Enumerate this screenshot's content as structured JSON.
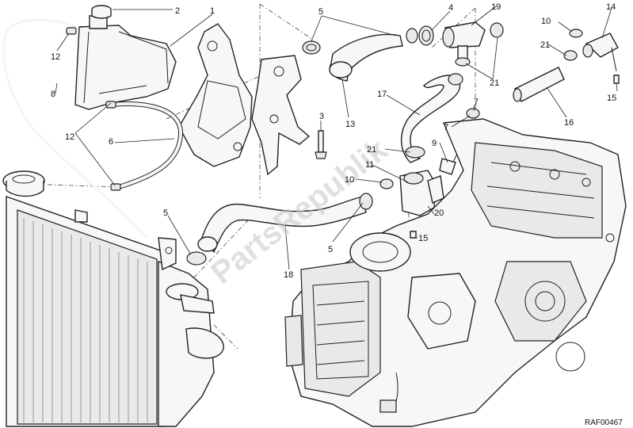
{
  "callouts": [
    {
      "id": "c1",
      "label": "1"
    },
    {
      "id": "c2",
      "label": "2"
    },
    {
      "id": "c3",
      "label": "3"
    },
    {
      "id": "c4",
      "label": "4"
    },
    {
      "id": "c5a",
      "label": "5"
    },
    {
      "id": "c5b",
      "label": "5"
    },
    {
      "id": "c5c",
      "label": "5"
    },
    {
      "id": "c6",
      "label": "6"
    },
    {
      "id": "c7a",
      "label": "7"
    },
    {
      "id": "c7b",
      "label": "7"
    },
    {
      "id": "c8",
      "label": "8"
    },
    {
      "id": "c9",
      "label": "9"
    },
    {
      "id": "c10a",
      "label": "10"
    },
    {
      "id": "c10b",
      "label": "10"
    },
    {
      "id": "c11",
      "label": "11"
    },
    {
      "id": "c12a",
      "label": "12"
    },
    {
      "id": "c12b",
      "label": "12"
    },
    {
      "id": "c13",
      "label": "13"
    },
    {
      "id": "c14",
      "label": "14"
    },
    {
      "id": "c15a",
      "label": "15"
    },
    {
      "id": "c15b",
      "label": "15"
    },
    {
      "id": "c16",
      "label": "16"
    },
    {
      "id": "c17",
      "label": "17"
    },
    {
      "id": "c18",
      "label": "18"
    },
    {
      "id": "c19",
      "label": "19"
    },
    {
      "id": "c20",
      "label": "20"
    },
    {
      "id": "c21a",
      "label": "21"
    },
    {
      "id": "c21b",
      "label": "21"
    },
    {
      "id": "c21c",
      "label": "21"
    }
  ],
  "reference_code": "RAF00467",
  "watermark": "PartsRepublik"
}
